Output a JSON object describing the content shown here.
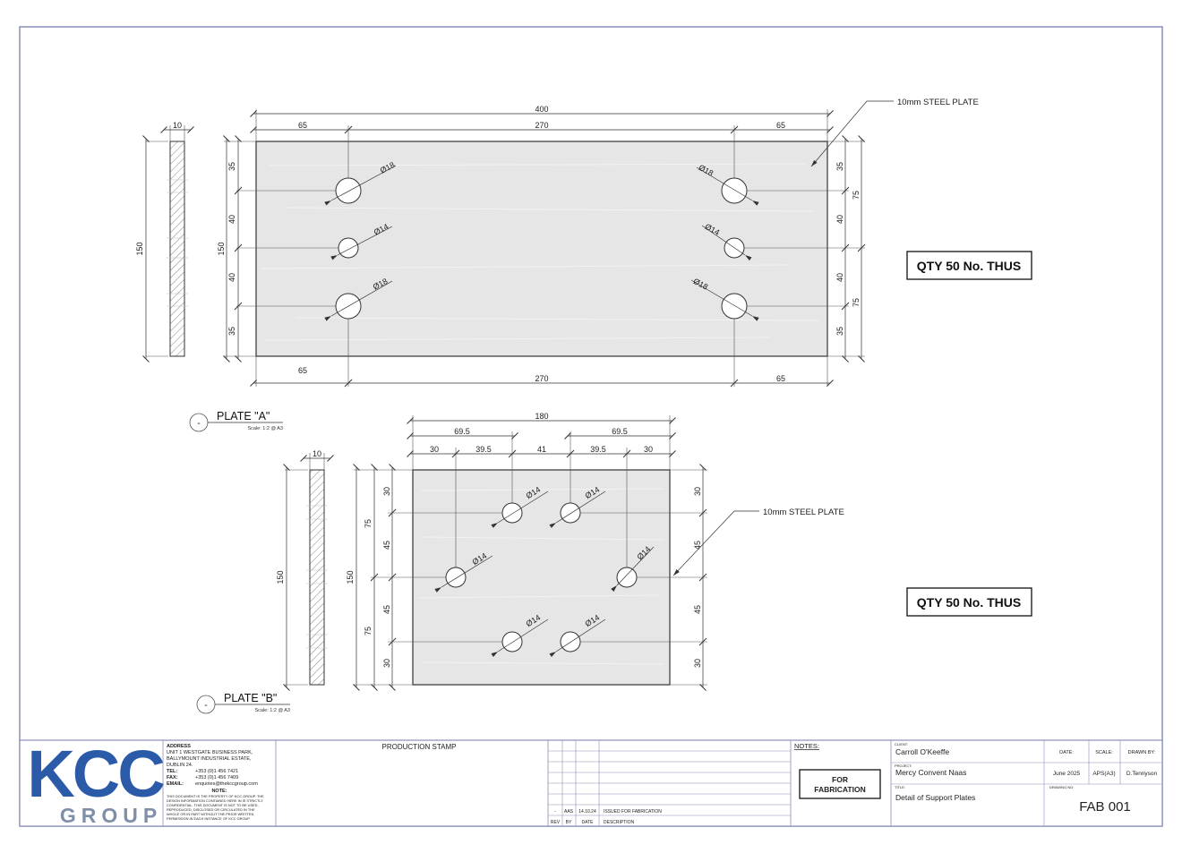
{
  "drawing": {
    "plate_a": {
      "title": "PLATE \"A\"",
      "scale": "Scale: 1:2 @ A3",
      "callout": "10mm STEEL PLATE",
      "qty": "QTY 50 No. THUS",
      "marker": "-",
      "dims": {
        "thickness": "10",
        "side_height": "150",
        "height": "150",
        "overall_width": "400",
        "edge_left": "65",
        "mid": "270",
        "edge_right": "65",
        "v_top": "35",
        "v_mid1": "40",
        "v_mid2": "40",
        "v_bottom": "35",
        "r_top": "35",
        "r_mid1": "40",
        "r_mid2": "40",
        "r_bottom": "35",
        "r_half_top": "75",
        "r_half_bottom": "75",
        "bottom_left": "65",
        "bottom_mid": "270",
        "bottom_right": "65"
      },
      "holes": [
        "Ø18",
        "Ø14",
        "Ø18",
        "Ø18",
        "Ø14",
        "Ø18"
      ]
    },
    "plate_b": {
      "title": "PLATE \"B\"",
      "scale": "Scale: 1:2 @ A3",
      "callout": "10mm STEEL PLATE",
      "qty": "QTY 50 No. THUS",
      "marker": "-",
      "dims": {
        "thickness": "10",
        "side_height": "150",
        "height": "150",
        "overall_width": "180",
        "half_left": "69.5",
        "half_right": "69.5",
        "s1": "30",
        "s2": "39.5",
        "s3": "41",
        "s4": "39.5",
        "s5": "30",
        "l_half_top": "75",
        "l_half_bottom": "75",
        "l_top": "30",
        "l_mid1": "45",
        "l_mid2": "45",
        "l_bottom": "30",
        "r_top": "30",
        "r_mid1": "45",
        "r_mid2": "45",
        "r_bottom": "30"
      },
      "holes": [
        "Ø14",
        "Ø14",
        "Ø14",
        "Ø14",
        "Ø14",
        "Ø14"
      ]
    }
  },
  "title_block": {
    "logo_top": "KCC",
    "logo_bottom": "GROUP",
    "address_label": "ADDRESS",
    "address_1": "UNIT 1 WESTGATE BUSINESS PARK,",
    "address_2": "BALLYMOUNT INDUSTRIAL ESTATE,",
    "address_3": "DUBLIN 24.",
    "tel_label": "TEL:",
    "tel": "+353 (0)1 456 7421",
    "fax_label": "FAX:",
    "fax": "+353 (0)1 456 7409",
    "email_label": "EMAIL:",
    "email": "enquiries@thekccgroup.com",
    "note_label": "NOTE:",
    "note_1": "THIS DOCUMENT IS THE PROPERTY OF KCC GROUP. THE",
    "note_2": "DESIGN INFORMATION CONTAINED HERE IN IS STRICTLY",
    "note_3": "CONFIDENTIAL. THIS DOCUMENT IS NOT TO BE USED,",
    "note_4": "REPRODUCED, DISCLOSED OR CIRCULATED IN THE",
    "note_5": "WHOLE OR IN PART WITHOUT THE PRIOR WRITTEN",
    "note_6": "PERMISSION IN EACH INSTANCE OF KCC GROUP.",
    "production_stamp": "PRODUCTION STAMP",
    "revision": {
      "rev": "-",
      "by": "AAS",
      "date": "14.10.24",
      "description": "ISSUED FOR FABRICATION"
    },
    "rev_headers": {
      "rev": "REV",
      "by": "BY",
      "date": "DATE",
      "description": "DESCRIPTION"
    },
    "notes_label": "NOTES:",
    "stamp_1": "FOR",
    "stamp_2": "FABRICATION",
    "client_label": "CLIENT:",
    "client": "Carroll O'Keeffe",
    "project_label": "PROJECT:",
    "project": "Mercy Convent Naas",
    "title_label": "TITLE:",
    "title": "Detail of Support Plates",
    "date_label": "DATE:",
    "date": "June 2025",
    "scale_label": "SCALE:",
    "scale": "APS(A3)",
    "drawn_label": "DRAWN BY:",
    "drawn": "D.Tennyson",
    "drawing_no_label": "DRAWING NO:",
    "drawing_no": "FAB 001"
  },
  "colors": {
    "border": "#8a90b8",
    "logo_blue": "#2b5aa8",
    "logo_gray": "#7f8fa8",
    "plate_fill": "#e6e6e6"
  }
}
